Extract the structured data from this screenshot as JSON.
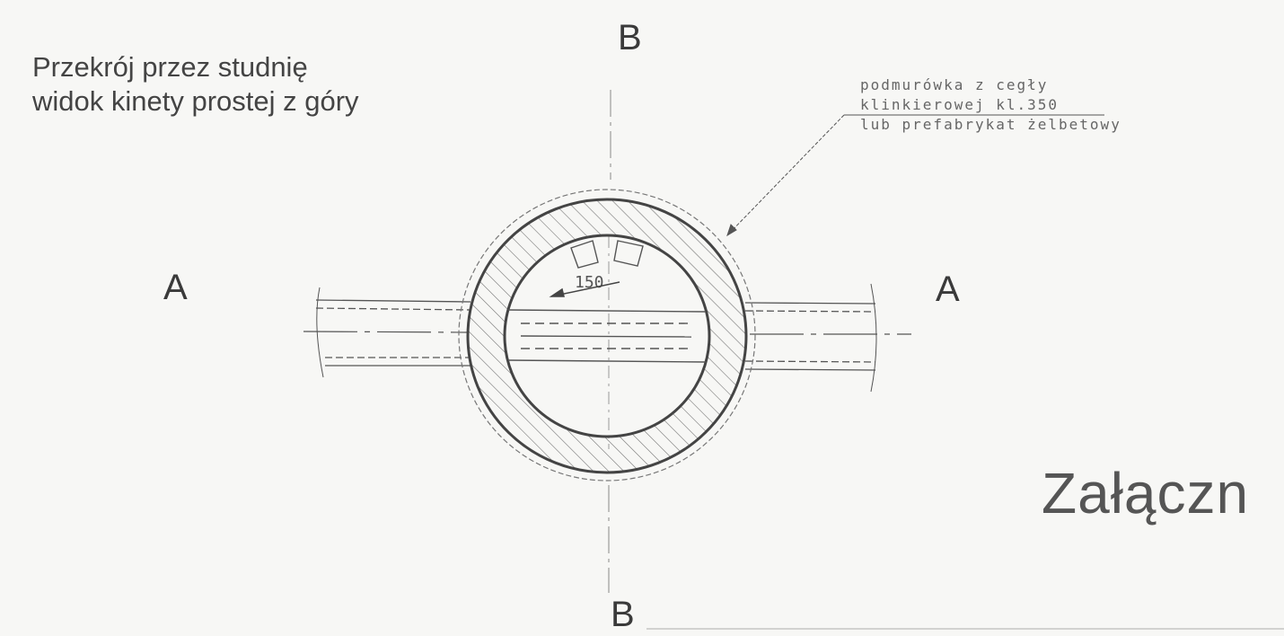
{
  "title": {
    "line1": "Przekrój przez studnię",
    "line2": "widok kinety prostej z góry"
  },
  "section_labels": {
    "top": "B",
    "bottom": "B",
    "left": "A",
    "right": "A"
  },
  "callout": {
    "line1": "podmurówka z cegły",
    "line2": "klinkierowej kl.350",
    "line3": "lub prefabrykat żelbetowy"
  },
  "dimension": "150",
  "attachment_label": "Załączn",
  "colors": {
    "ink": "#444444",
    "paper": "#f7f7f5",
    "hatch": "#666666"
  }
}
